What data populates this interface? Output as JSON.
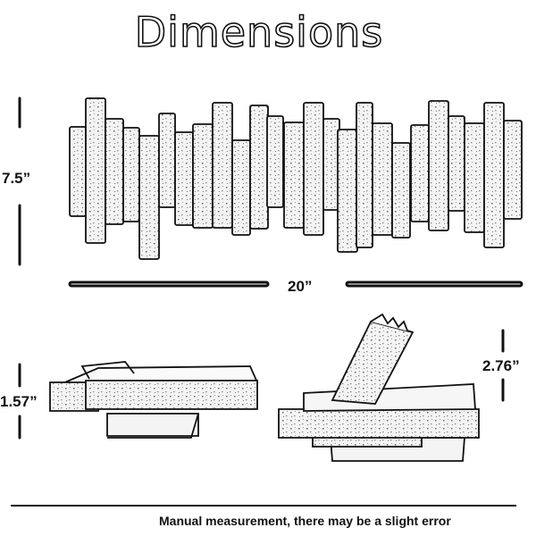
{
  "title": "Dimensions",
  "height_label": "7.5”",
  "width_label": "20”",
  "depth_label": "1.57”",
  "open_depth_label": "2.76”",
  "footer_note": "Manual measurement, there may be a slight error"
}
